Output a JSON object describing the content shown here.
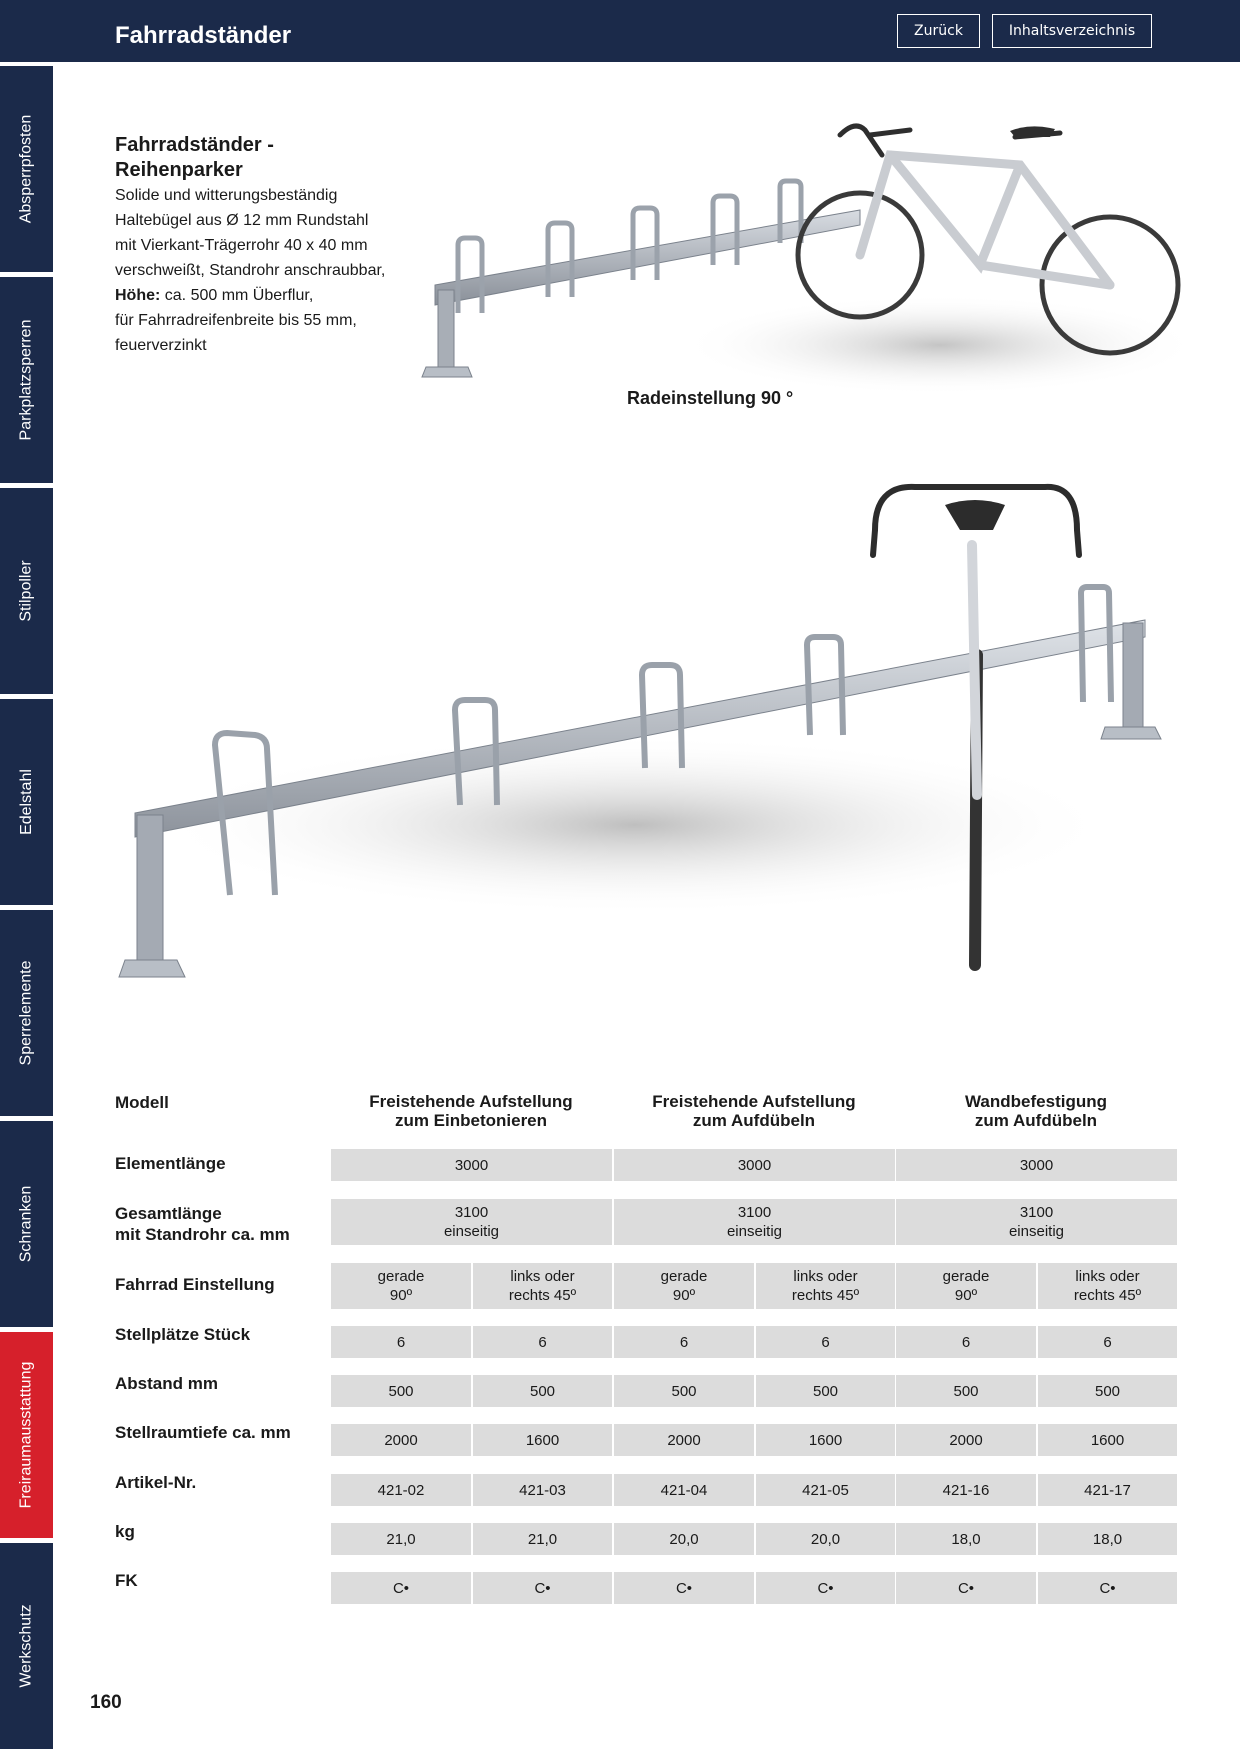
{
  "header": {
    "title": "Fahrradständer",
    "back_label": "Zurück",
    "toc_label": "Inhaltsverzeichnis",
    "bg_color": "#1b2a4a"
  },
  "sidebar": {
    "items": [
      {
        "label": "Absperrpfosten",
        "active": false
      },
      {
        "label": "Parkplatzsperren",
        "active": false
      },
      {
        "label": "Stilpoller",
        "active": false
      },
      {
        "label": "Edelstahl",
        "active": false
      },
      {
        "label": "Sperrelemente",
        "active": false
      },
      {
        "label": "Schranken",
        "active": false
      },
      {
        "label": "Freiraumausstattung",
        "active": true
      },
      {
        "label": "Werkschutz",
        "active": false
      }
    ],
    "active_color": "#d6202b"
  },
  "product": {
    "title_line1": "Fahrradständer -",
    "title_line2": "Reihenparker",
    "desc": [
      "Solide und witterungsbeständig",
      "Haltebügel aus Ø 12 mm Rundstahl",
      "mit Vierkant-Trägerrohr 40 x 40 mm",
      "verschweißt, Standrohr anschraubbar,"
    ],
    "height_label": "Höhe:",
    "height_value": " ca. 500 mm Überflur,",
    "desc_tail": [
      "für Fahrradreifenbreite bis 55 mm,",
      "feuerverzinkt"
    ],
    "image_caption": "Radeinstellung 90 °"
  },
  "table": {
    "model_label": "Modell",
    "columns": [
      {
        "line1": "Freistehende Aufstellung",
        "line2": "zum Einbetonieren"
      },
      {
        "line1": "Freistehende Aufstellung",
        "line2": "zum Aufdübeln"
      },
      {
        "line1": "Wandbefestigung",
        "line2": "zum Aufdübeln"
      }
    ],
    "elementlaenge": {
      "label": "Elementlänge",
      "values": [
        "3000",
        "3000",
        "3000"
      ]
    },
    "gesamtlaenge": {
      "label_line1": "Gesamtlänge",
      "label_line2": "mit Standrohr ca. mm",
      "values": [
        {
          "v": "3100",
          "note": "einseitig"
        },
        {
          "v": "3100",
          "note": "einseitig"
        },
        {
          "v": "3100",
          "note": "einseitig"
        }
      ]
    },
    "einstellung": {
      "label": "Fahrrad Einstellung",
      "values": [
        {
          "l1": "gerade",
          "l2": "90º"
        },
        {
          "l1": "links oder",
          "l2": "rechts 45º"
        },
        {
          "l1": "gerade",
          "l2": "90º"
        },
        {
          "l1": "links oder",
          "l2": "rechts 45º"
        },
        {
          "l1": "gerade",
          "l2": "90º"
        },
        {
          "l1": "links oder",
          "l2": "rechts 45º"
        }
      ]
    },
    "rows": [
      {
        "label": "Stellplätze Stück",
        "values": [
          "6",
          "6",
          "6",
          "6",
          "6",
          "6"
        ]
      },
      {
        "label": "Abstand mm",
        "values": [
          "500",
          "500",
          "500",
          "500",
          "500",
          "500"
        ]
      },
      {
        "label": "Stellraumtiefe ca. mm",
        "values": [
          "2000",
          "1600",
          "2000",
          "1600",
          "2000",
          "1600"
        ]
      },
      {
        "label": "Artikel-Nr.",
        "values": [
          "421-02",
          "421-03",
          "421-04",
          "421-05",
          "421-16",
          "421-17"
        ]
      },
      {
        "label": "kg",
        "values": [
          "21,0",
          "21,0",
          "20,0",
          "20,0",
          "18,0",
          "18,0"
        ]
      },
      {
        "label": "FK",
        "values": [
          "C•",
          "C•",
          "C•",
          "C•",
          "C•",
          "C•"
        ]
      }
    ]
  },
  "page_number": "160"
}
